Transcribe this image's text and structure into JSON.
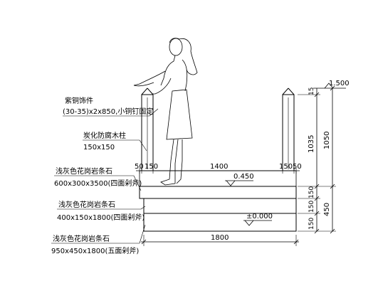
{
  "labels": {
    "bronze_ornament": "紫铜饰件",
    "bronze_spec": "(30-35)x2x850,小铜钉固定",
    "post_name": "炭化防腐木柱",
    "post_size": "150x150",
    "stone1_name": "浅灰色花岗岩条石",
    "stone1_spec": "600x300x3500(四面剁斧)",
    "stone2_name": "浅灰色花岗岩条石",
    "stone2_spec": "400x150x1800(四面剁斧)",
    "stone3_name": "浅灰色花岗岩条石",
    "stone3_spec": "950x450x1800(五面剁斧)"
  },
  "dimensions": {
    "d_50_left": "50",
    "d_150_left": "150",
    "d_1400": "1400",
    "d_150_right": "150",
    "d_50_right": "50",
    "d_1800": "1800",
    "d_1500": "1.500",
    "d_15": "15",
    "d_1035": "1035",
    "d_1050": "1050",
    "d_150_a": "150",
    "d_150_b": "150",
    "d_150_c": "150",
    "d_450": "450"
  },
  "levels": {
    "deck": "0.450",
    "ground": "±0.000"
  }
}
